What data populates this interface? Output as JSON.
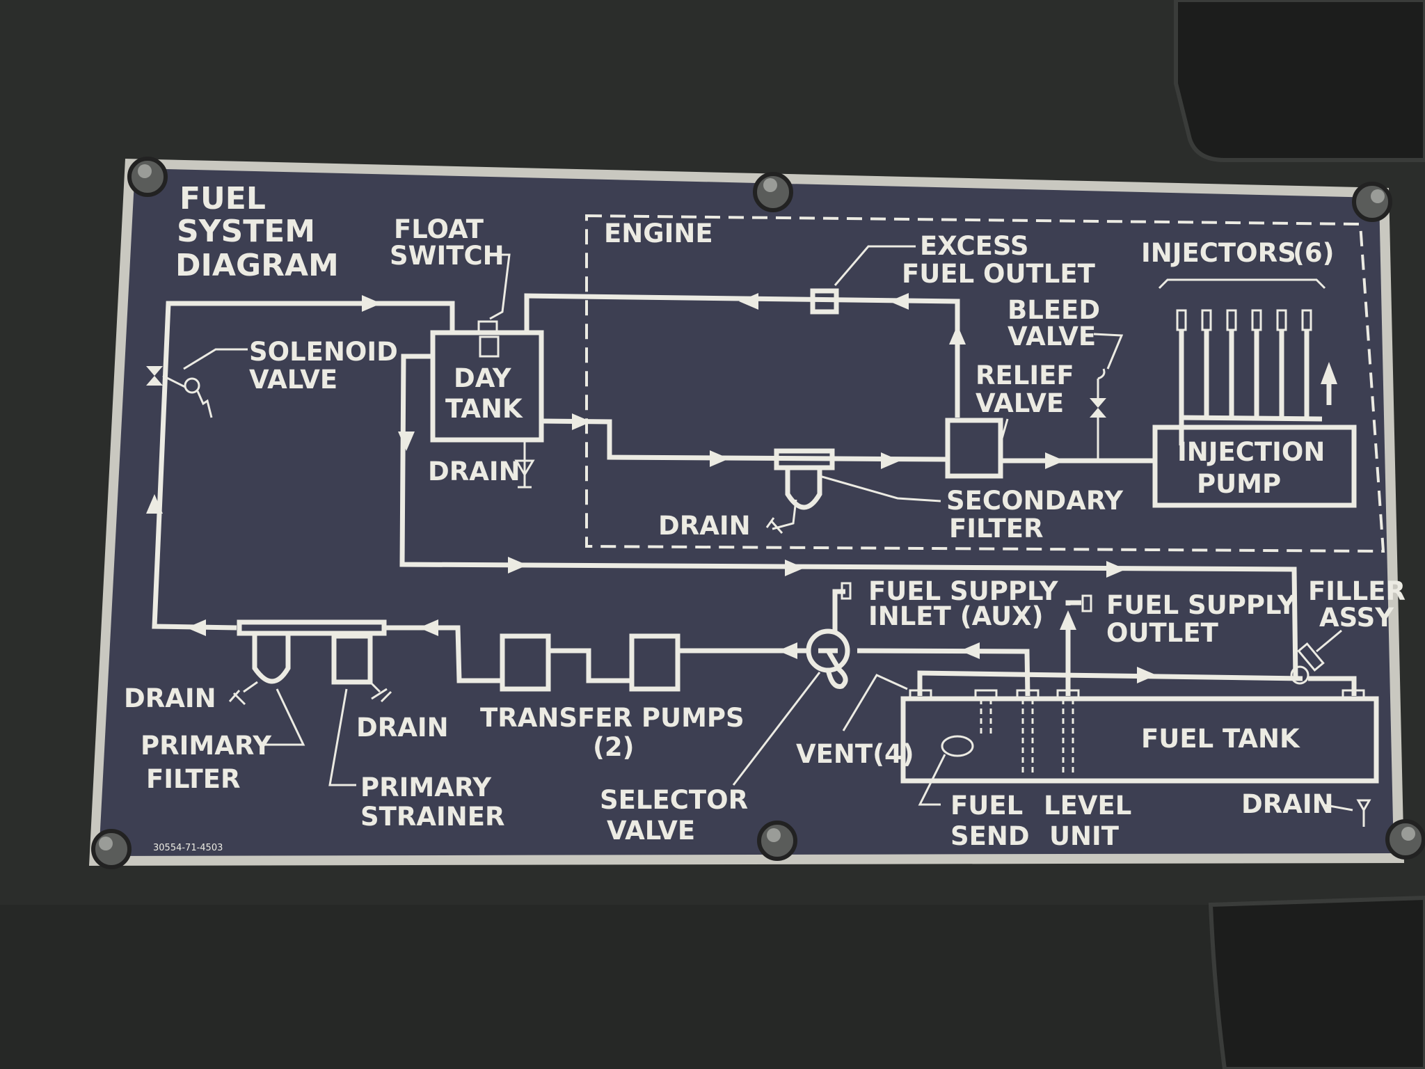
{
  "plate": {
    "title_lines": [
      "FUEL",
      "SYSTEM",
      "DIAGRAM"
    ],
    "part_number": "30554-71-4503"
  },
  "labels": {
    "float_switch": [
      "FLOAT",
      "SWITCH"
    ],
    "engine": "ENGINE",
    "excess_fuel_outlet": [
      "EXCESS",
      "FUEL OUTLET"
    ],
    "injectors": "INJECTORS",
    "injectors_count": "(6)",
    "solenoid_valve": [
      "SOLENOID",
      "VALVE"
    ],
    "day_tank": [
      "DAY",
      "TANK"
    ],
    "bleed_valve": [
      "BLEED",
      "VALVE"
    ],
    "relief_valve": [
      "RELIEF",
      "VALVE"
    ],
    "drain_day_tank": "DRAIN",
    "injection_pump": [
      "INJECTION",
      "PUMP"
    ],
    "secondary_filter": [
      "SECONDARY",
      "FILTER"
    ],
    "drain_engine": "DRAIN",
    "fuel_supply_inlet": [
      "FUEL SUPPLY",
      "INLET (AUX)"
    ],
    "fuel_supply_outlet": [
      "FUEL SUPPLY",
      "OUTLET"
    ],
    "filler_assy": [
      "FILLER",
      "ASSY"
    ],
    "drain_primary_filter": "DRAIN",
    "drain_strainer": "DRAIN",
    "transfer_pumps": [
      "TRANSFER PUMPS",
      "(2)"
    ],
    "vent": "VENT(4)",
    "fuel_tank": "FUEL TANK",
    "primary_filter": [
      "PRIMARY",
      "FILTER"
    ],
    "primary_strainer": [
      "PRIMARY",
      "STRAINER"
    ],
    "selector_valve": [
      "SELECTOR",
      "VALVE"
    ],
    "fuel_send": [
      "FUEL",
      "SEND"
    ],
    "level_unit": [
      "LEVEL",
      "UNIT"
    ],
    "drain_fuel_tank": "DRAIN"
  },
  "colors": {
    "plate": "#3d3f52",
    "ink": "#ecebe3",
    "frame": "#c9c8c0",
    "background_panel": "#2c2e2c"
  }
}
